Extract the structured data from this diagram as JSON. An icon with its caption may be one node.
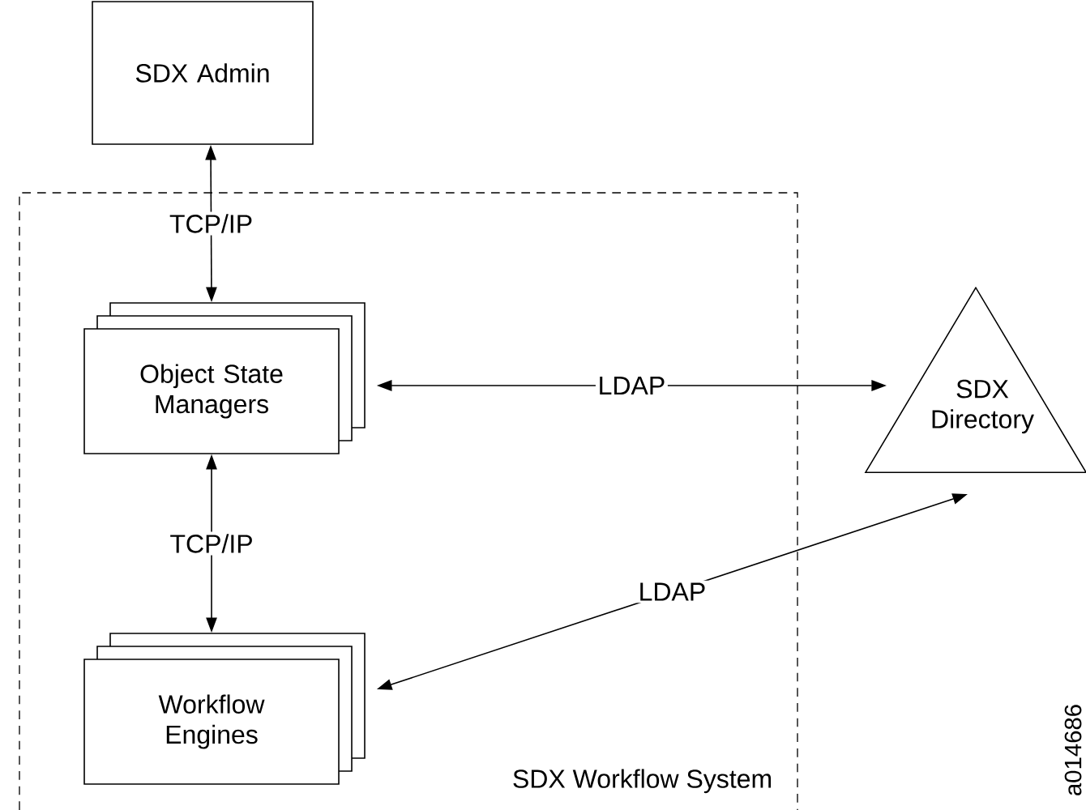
{
  "diagram": {
    "nodes": [
      {
        "text": [
          "SDX Admin"
        ]
      },
      {
        "text": [
          "SDX Workflow System"
        ]
      },
      {
        "text": [
          "Object State Managers"
        ],
        "in": 1
      },
      {
        "text": [
          "Workflow Engines"
        ],
        "in": 1
      },
      {
        "text": [
          "SDX Directory"
        ]
      }
    ],
    "edges": [
      {
        "from": 0,
        "to": 2,
        "arrow": "both",
        "label": "TCP/IP"
      },
      {
        "from": 2,
        "to": 4,
        "arrow": "both",
        "label": "LDAP"
      },
      {
        "from": 2,
        "to": 3,
        "arrow": "both",
        "label": "TCP/IP"
      },
      {
        "from": 3,
        "to": 4,
        "arrow": "both",
        "label": "LDAP"
      }
    ],
    "labels": [
      "a014686"
    ]
  }
}
